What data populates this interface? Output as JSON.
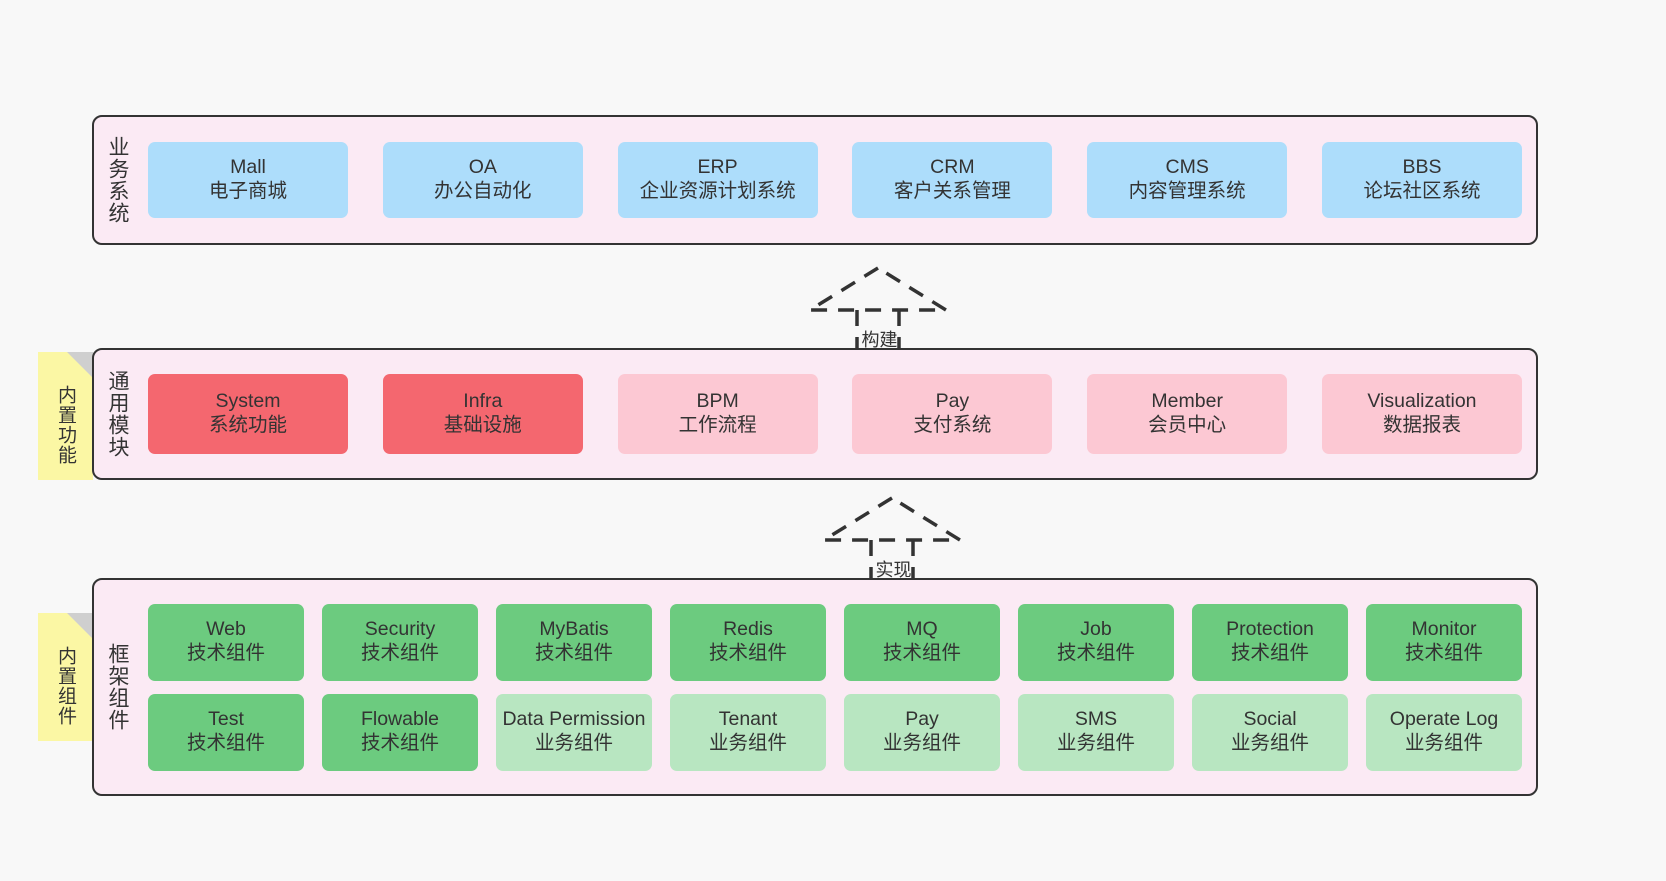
{
  "diagram": {
    "background": "#f8f8f8",
    "layer_bg": "#fbeaf4",
    "border_color": "#333333",
    "note_color": "#fbf7a4"
  },
  "layers": [
    {
      "id": "business",
      "title": "业务系统",
      "card_color": "#adddfb",
      "cards": [
        {
          "en": "Mall",
          "cn": "电子商城"
        },
        {
          "en": "OA",
          "cn": "办公自动化"
        },
        {
          "en": "ERP",
          "cn": "企业资源计划系统"
        },
        {
          "en": "CRM",
          "cn": "客户关系管理"
        },
        {
          "en": "CMS",
          "cn": "内容管理系统"
        },
        {
          "en": "BBS",
          "cn": "论坛社区系统"
        }
      ]
    },
    {
      "id": "common-modules",
      "title": "通用模块",
      "note": "内置功能",
      "card_color": "#fcc8d3",
      "card_color_strong": "#f4676f",
      "cards": [
        {
          "en": "System",
          "cn": "系统功能",
          "strong": true
        },
        {
          "en": "Infra",
          "cn": "基础设施",
          "strong": true
        },
        {
          "en": "BPM",
          "cn": "工作流程",
          "strong": false
        },
        {
          "en": "Pay",
          "cn": "支付系统",
          "strong": false
        },
        {
          "en": "Member",
          "cn": "会员中心",
          "strong": false
        },
        {
          "en": "Visualization",
          "cn": "数据报表",
          "strong": false
        }
      ]
    },
    {
      "id": "framework",
      "title": "框架组件",
      "note": "内置组件",
      "card_color_tech": "#6ccb7f",
      "card_color_biz": "#b8e6c1",
      "rows": [
        [
          {
            "en": "Web",
            "cn": "技术组件",
            "kind": "tech"
          },
          {
            "en": "Security",
            "cn": "技术组件",
            "kind": "tech"
          },
          {
            "en": "MyBatis",
            "cn": "技术组件",
            "kind": "tech"
          },
          {
            "en": "Redis",
            "cn": "技术组件",
            "kind": "tech"
          },
          {
            "en": "MQ",
            "cn": "技术组件",
            "kind": "tech"
          },
          {
            "en": "Job",
            "cn": "技术组件",
            "kind": "tech"
          },
          {
            "en": "Protection",
            "cn": "技术组件",
            "kind": "tech"
          },
          {
            "en": "Monitor",
            "cn": "技术组件",
            "kind": "tech"
          }
        ],
        [
          {
            "en": "Test",
            "cn": "技术组件",
            "kind": "tech"
          },
          {
            "en": "Flowable",
            "cn": "技术组件",
            "kind": "tech"
          },
          {
            "en": "Data Permission",
            "cn": "业务组件",
            "kind": "biz"
          },
          {
            "en": "Tenant",
            "cn": "业务组件",
            "kind": "biz"
          },
          {
            "en": "Pay",
            "cn": "业务组件",
            "kind": "biz"
          },
          {
            "en": "SMS",
            "cn": "业务组件",
            "kind": "biz"
          },
          {
            "en": "Social",
            "cn": "业务组件",
            "kind": "biz"
          },
          {
            "en": "Operate Log",
            "cn": "业务组件",
            "kind": "biz"
          }
        ]
      ]
    }
  ],
  "connectors": [
    {
      "id": "build",
      "label": "构建"
    },
    {
      "id": "implement",
      "label": "实现"
    }
  ]
}
